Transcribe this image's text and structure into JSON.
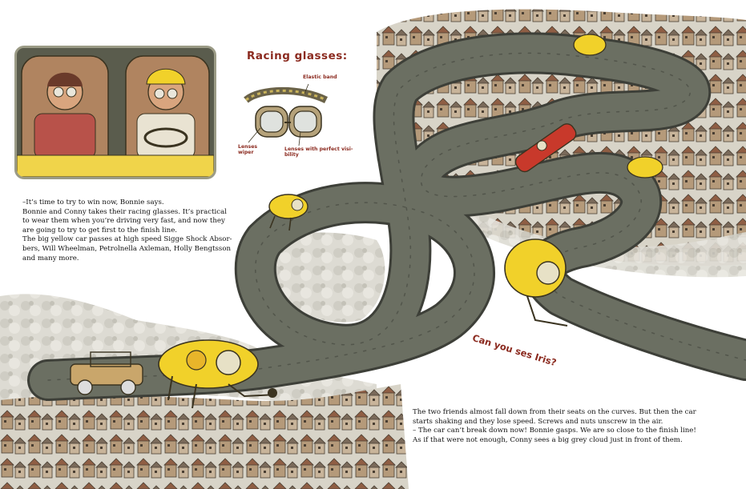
{
  "left_text": "–It’s time to try to win now, Bonnie says.\n   Bonnie and Conny takes their racing glasses. It’s practical\nto wear them when you’re driving very fast, and now they\nare going to try to get first to the finish line.\nThe big yellow car passes at high speed Sigge Shock Absor-\nbers, Will Wheelman, Petrolnella Axleman, Holly Bengtsson\nand many more.",
  "right_text": "The two friends almost fall down from their seats on the curves. But then the car\nstarts shaking and they lose speed. Screws and nuts unscrew in the air.\n– The car can’t break down now! Bonnie gasps. We are so close to the finish line!\nAs if that were not enough, Conny sees a big grey cloud just in front of them.",
  "diagram": {
    "title": "Racing glasses:",
    "label_elastic": "Elastic band",
    "label_wiper": "Lenses\nwiper",
    "label_lenses": "Lenses with perfect visi-\nbility"
  },
  "callout": "Can you ses Iris?",
  "colors": {
    "road": "#6b6f62",
    "road_edge": "#3d3f38",
    "cloud": "#dcdad2",
    "cloud_shade": "#b9b7ad",
    "car_yellow": "#f1d12a",
    "red_car": "#c8392b",
    "label_red": "#8b2a1f",
    "house_brown": "#9a7a5c"
  }
}
